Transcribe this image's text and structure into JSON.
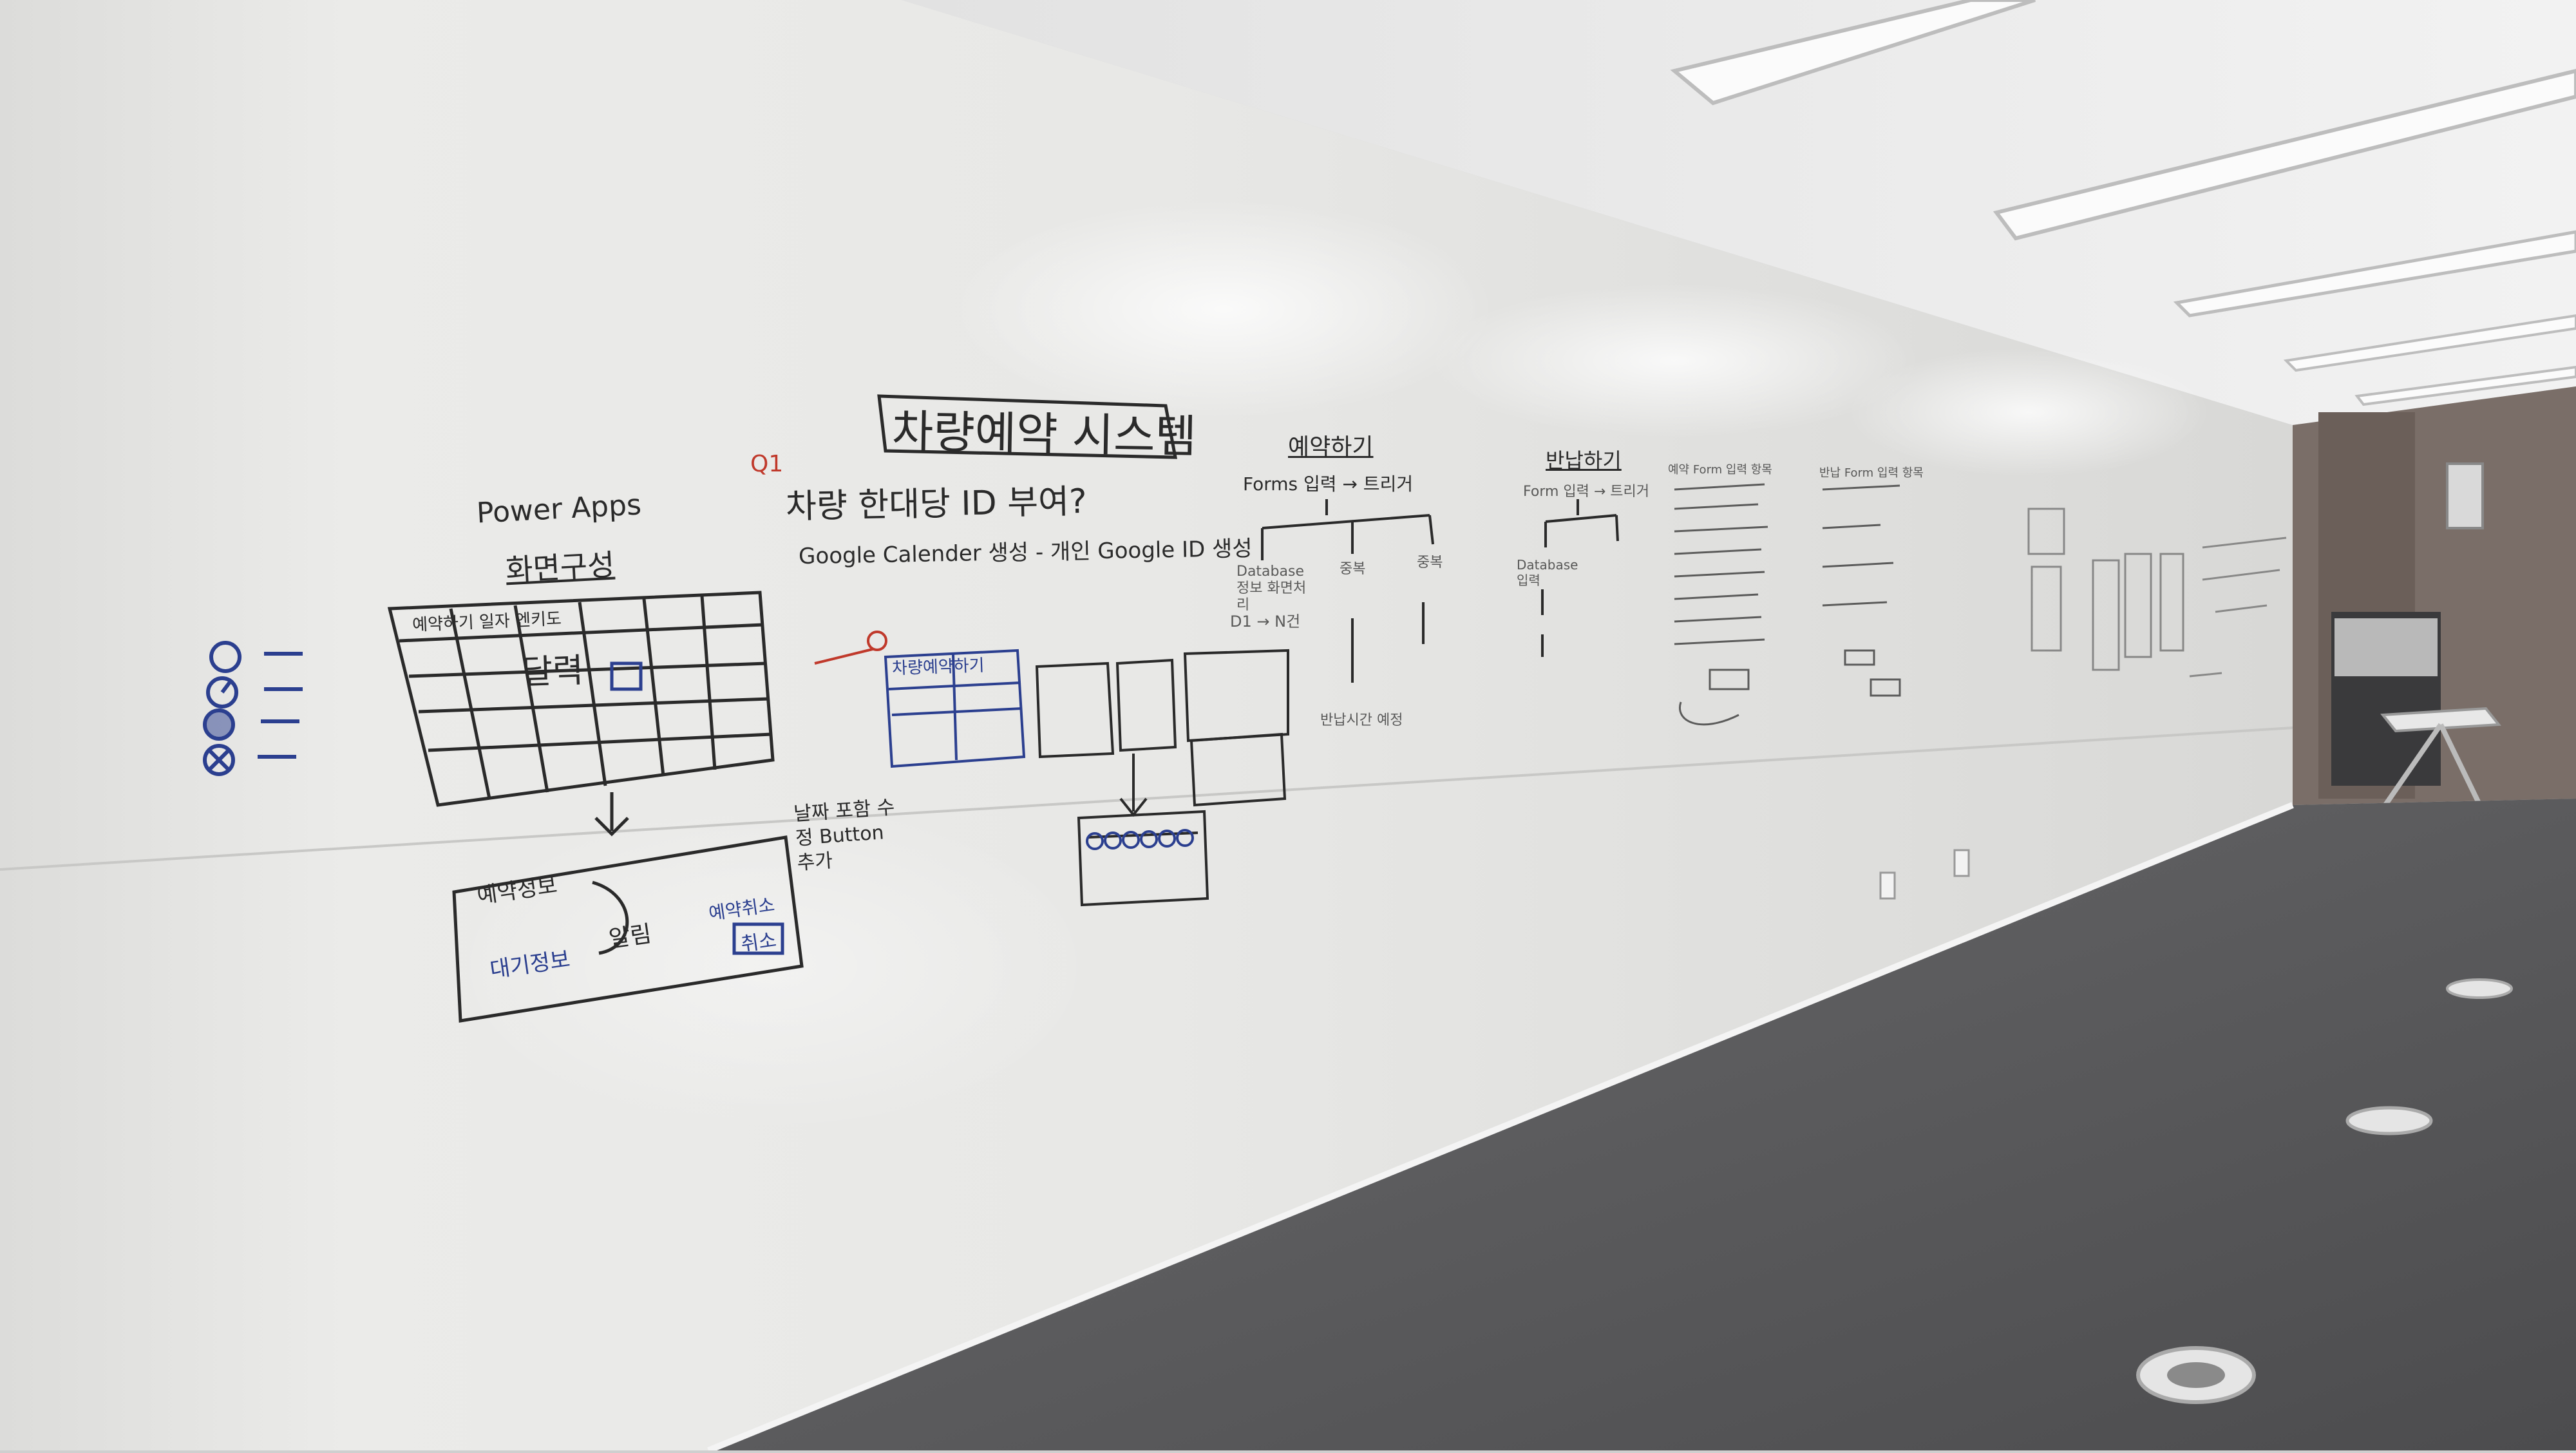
{
  "whiteboard": {
    "title": "차량예약 시스템",
    "q1_marker": "Q1",
    "question": "차량 한대당 ID 부여?",
    "calendar_note": "Google Calender 생성 - 개인 Google ID 생성",
    "power_apps": {
      "heading": "Power Apps",
      "subheading": "화면구성",
      "calendar_header": "예약하기  일자  엔키도",
      "calendar_entry": "달력",
      "info_box_line1": "예약정보",
      "info_box_line2": "대기정보",
      "info_box_alarm": "알림",
      "info_box_cancel_label": "예약취소",
      "info_box_cancel_button": "취소"
    },
    "screen_mockup_title": "차량예약하기",
    "screen_mockup_note": "날짜 포함 수정 Button 추가",
    "reserve_section": {
      "heading": "예약하기",
      "flow": "Forms 입력 → 트리거",
      "branch_1": "Database 정보 화면처리",
      "branch_2": "중복",
      "branch_3": "중복",
      "note": "반납시간 예정",
      "sequence": "D1 → N건"
    },
    "return_section": {
      "heading": "반납하기",
      "flow": "Form 입력 → 트리거",
      "branch": "Database 입력"
    },
    "right_notes_heading": "예약 Form 입력 항목",
    "right_notes_heading_2": "반납 Form 입력 항목"
  },
  "colors": {
    "wall": "#e6e6e4",
    "ceiling": "#ececec",
    "carpet": "#5a5a5c",
    "ink_black": "#2a2a2a",
    "ink_blue": "#2b3f8f",
    "ink_red": "#c0392b"
  }
}
